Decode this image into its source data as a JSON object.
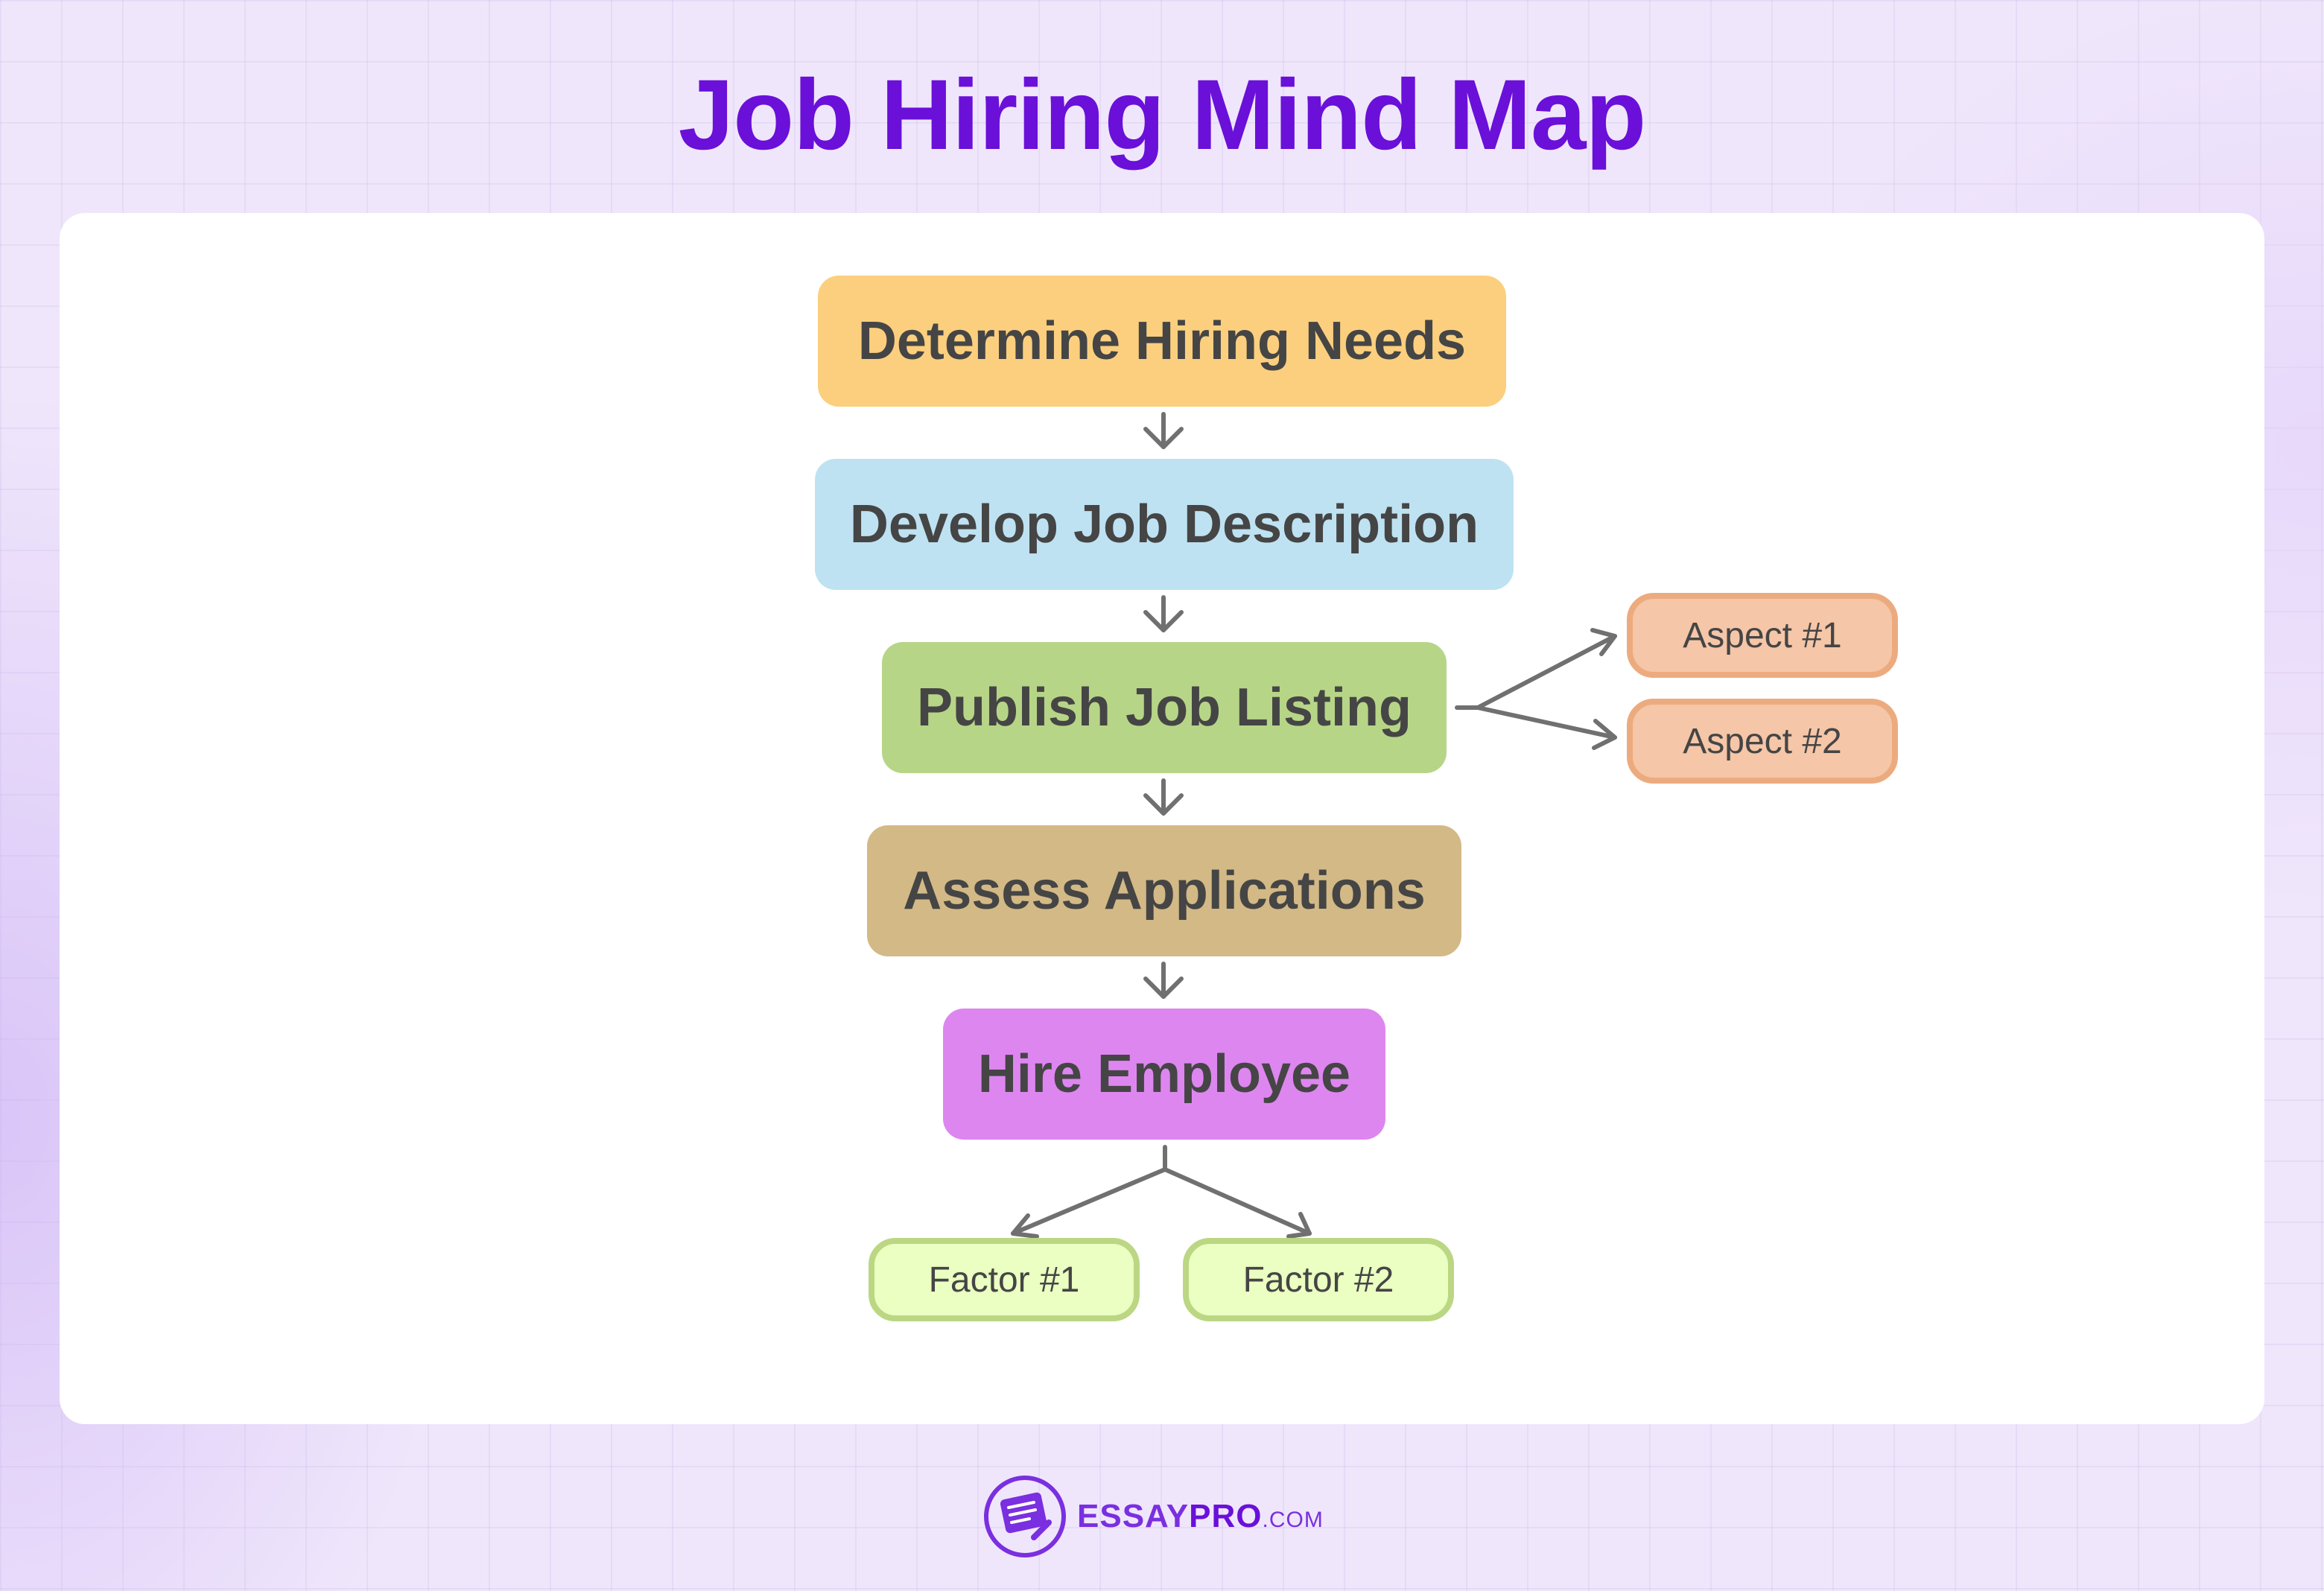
{
  "title": "Job Hiring Mind Map",
  "steps": [
    {
      "label": "Determine Hiring Needs",
      "color": "#fbcf7e"
    },
    {
      "label": "Develop Job Description",
      "color": "#bee2f1"
    },
    {
      "label": "Publish Job Listing",
      "color": "#b7d587"
    },
    {
      "label": "Assess Applications",
      "color": "#d3b986"
    },
    {
      "label": "Hire Employee",
      "color": "#de86f0"
    }
  ],
  "aspects": [
    "Aspect #1",
    "Aspect #2"
  ],
  "factors": [
    "Factor #1",
    "Factor #2"
  ],
  "logo": {
    "brand_main": "ESSAY",
    "brand_accent": "PRO",
    "brand_suffix": ".COM",
    "icon": "essay-document-pen-icon"
  },
  "colors": {
    "title": "#6a10d8",
    "connector": "#707070",
    "aspect_fill": "#f5c6a7",
    "factor_fill": "#eaffc1"
  }
}
